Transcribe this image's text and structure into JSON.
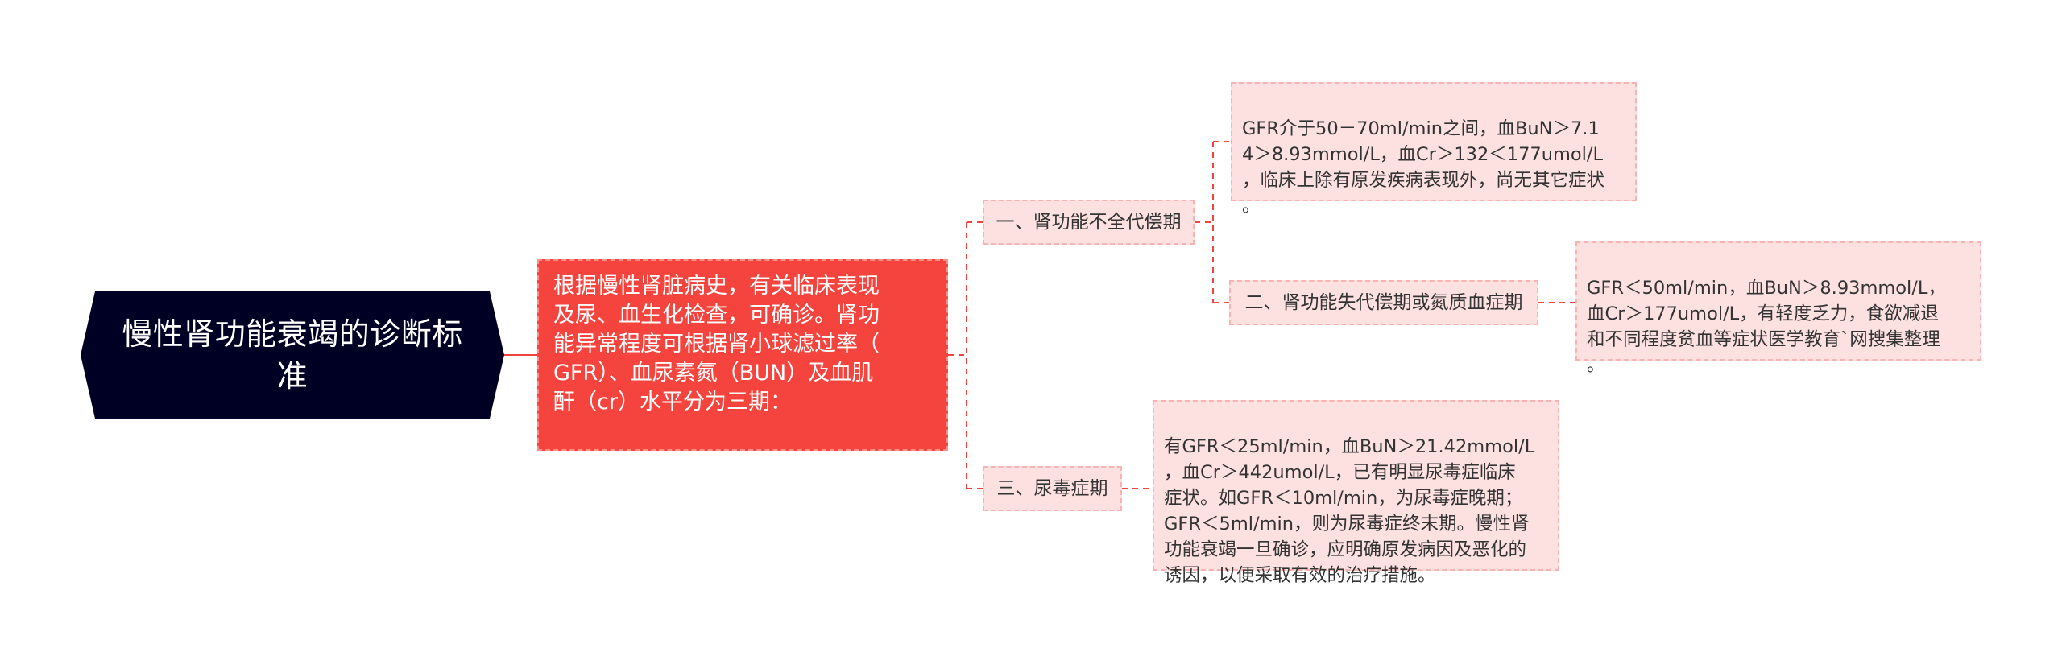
{
  "root": {
    "title": "慢性肾功能衰竭的诊断标准"
  },
  "main": {
    "text": "根据慢性肾脏病史，有关临床表现\n及尿、血生化检查，可确诊。肾功\n能异常程度可根据肾小球滤过率（\nGFR）、血尿素氮（BUN）及血肌\n酐（cr）水平分为三期："
  },
  "stages": [
    {
      "label": "一、肾功能不全代偿期",
      "detail": " GFR介于50－70ml/min之间，血BuN＞7.1\n4＞8.93mmol/L，血Cr＞132＜177umol/L\n，临床上除有原发疾病表现外，尚无其它症状\n。"
    },
    {
      "label": "二、肾功能失代偿期或氮质血症期",
      "detail": "GFR＜50ml/min，血BuN＞8.93mmol/L，\n血Cr＞177umol/L，有轻度乏力，食欲减退\n和不同程度贫血等症状医学教育`网搜集整理\n。"
    },
    {
      "label": "三、尿毒症期",
      "detail": "有GFR＜25ml/min，血BuN＞21.42mmol/L\n，血Cr＞442umol/L，已有明显尿毒症临床\n症状。如GFR＜10ml/min，为尿毒症晚期；\nGFR＜5ml/min，则为尿毒症终末期。慢性肾\n功能衰竭一旦确诊，应明确原发病因及恶化的\n诱因，以便采取有效的治疗措施。"
    }
  ],
  "colors": {
    "root_fill": "#000025",
    "main_fill": "#f5443d",
    "node_fill": "#fde0e0",
    "connector": "#f0443e"
  }
}
